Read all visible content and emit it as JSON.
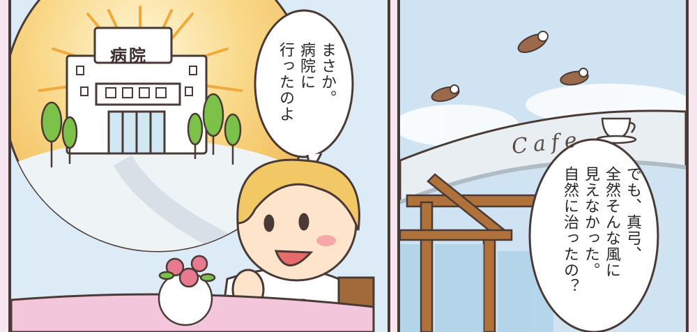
{
  "panels": {
    "left": {
      "hospital_sign": "病院",
      "speech": "まさか。\n病院に\n行ったのよ"
    },
    "right": {
      "cafe_sign": "Cafe",
      "speech": "でも、真弓、\n全然そんな風に\n見えなかった。\n自然に治ったの？"
    }
  },
  "colors": {
    "outline": "#4a3a36",
    "sky_left": "#dcebf6",
    "sky_right": "#cfe3f3",
    "sunburst": "#f6c25a",
    "hair": "#f2c866",
    "tablecloth": "#f3c6dc",
    "tree": "#7cc24a",
    "page_bg": "#f7e6ee"
  },
  "icons": [
    "sunburst",
    "hospital-building",
    "tree",
    "coffee-cup",
    "sparrow",
    "flower-vase"
  ]
}
